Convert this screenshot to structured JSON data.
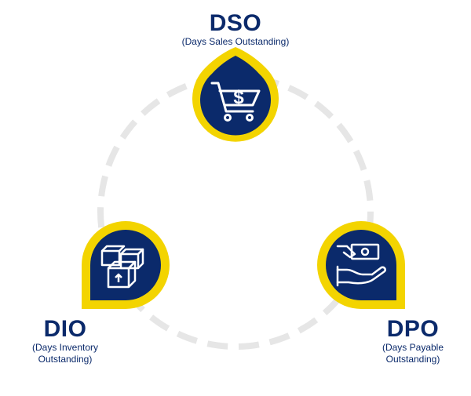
{
  "colors": {
    "navy": "#0b2a6b",
    "yellow": "#f3d400",
    "ring": "#e6e6e6",
    "white": "#ffffff"
  },
  "nodes": {
    "dso": {
      "abbr": "DSO",
      "full": "(Days Sales Outstanding)",
      "icon": "shopping-cart-dollar-icon"
    },
    "dio": {
      "abbr": "DIO",
      "full": "(Days Inventory\nOutstanding)",
      "icon": "stacked-boxes-icon"
    },
    "dpo": {
      "abbr": "DPO",
      "full": "(Days Payable\nOutstanding)",
      "icon": "hand-with-money-icon"
    }
  }
}
